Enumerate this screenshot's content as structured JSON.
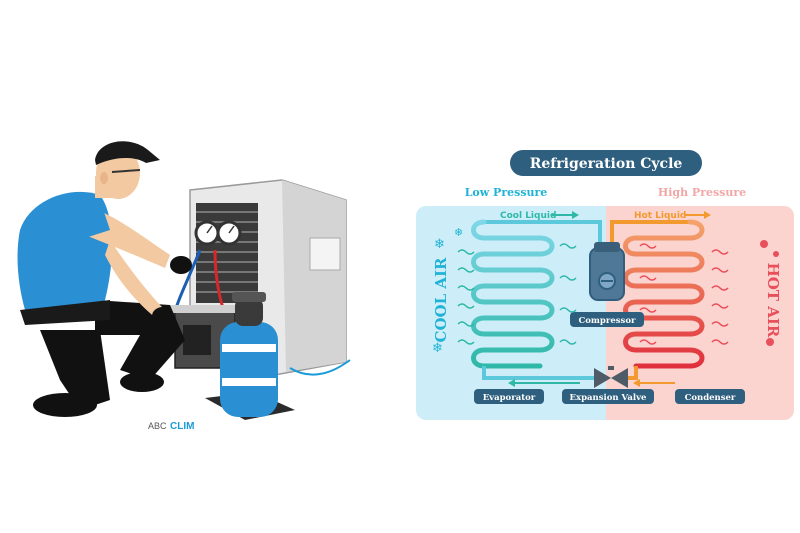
{
  "illustration": {
    "brand_prefix": "ABC",
    "brand_suffix": "CLIM"
  },
  "diagram": {
    "title": "Refrigeration Cycle",
    "low_pressure": "Low Pressure",
    "high_pressure": "High Pressure",
    "cool_liquid": "Cool Liquid",
    "hot_liquid": "Hot Liquid",
    "cool_air": "COOL AIR",
    "hot_air": "HOT AIR",
    "compressor": "Compressor",
    "evaporator": "Evaporator",
    "expansion_valve": "Expansion Valve",
    "condenser": "Condenser"
  },
  "colors": {
    "title_bg": "#2f5f7e",
    "cool_bg": "#cdeef9",
    "hot_bg": "#fbd3cf",
    "cool_accent": "#21b3d6",
    "hot_accent": "#e8505b",
    "pipe_orange": "#f29a2e",
    "teal": "#2fb8a8",
    "label_bg": "#2f5f7e",
    "brand_blue": "#1a9bd7"
  }
}
